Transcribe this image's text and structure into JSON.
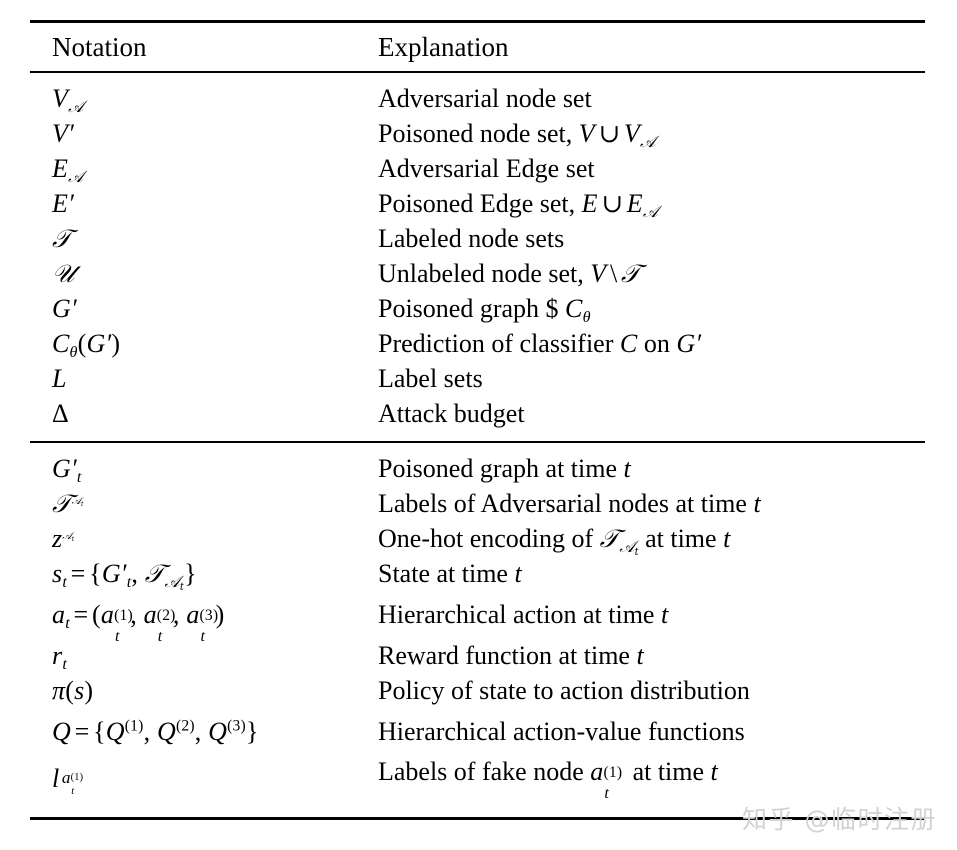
{
  "table": {
    "headers": {
      "notation": "Notation",
      "explanation": "Explanation"
    },
    "sections": [
      {
        "id": "static-notation",
        "rows": [
          {
            "notation": "V_𝒜",
            "explanation": "Adversarial node set"
          },
          {
            "notation": "V′",
            "explanation": "Poisoned node set, V ∪ V_𝒜"
          },
          {
            "notation": "E_𝒜",
            "explanation": "Adversarial Edge set"
          },
          {
            "notation": "E′",
            "explanation": "Poisoned Edge set, E ∪ E_𝒜"
          },
          {
            "notation": "𝒯",
            "explanation": "Labeled node sets"
          },
          {
            "notation": "𝒰",
            "explanation": "Unlabeled node set, V \\ 𝒯"
          },
          {
            "notation": "G′",
            "explanation": "Poisoned graph $ C_θ"
          },
          {
            "notation": "C_θ(G′)",
            "explanation": "Prediction of classifier C on G′"
          },
          {
            "notation": "L",
            "explanation": "Label sets"
          },
          {
            "notation": "Δ",
            "explanation": "Attack budget"
          }
        ]
      },
      {
        "id": "temporal-notation",
        "rows": [
          {
            "notation": "G′_t",
            "explanation": "Poisoned graph at time t"
          },
          {
            "notation": "𝒯_𝒜t",
            "explanation": "Labels of Adversarial nodes at time t"
          },
          {
            "notation": "z_𝒜t",
            "explanation": "One-hot encoding of 𝒯_𝒜t at time t"
          },
          {
            "notation": "s_t = {G′_t, 𝒯_𝒜t}",
            "explanation": "State at time t"
          },
          {
            "notation": "a_t = (a_t^(1), a_t^(2), a_t^(3))",
            "explanation": "Hierarchical action at time t"
          },
          {
            "notation": "r_t",
            "explanation": "Reward function at time t"
          },
          {
            "notation": "π(s)",
            "explanation": "Policy of state to action distribution"
          },
          {
            "notation": "Q = {Q^(1), Q^(2), Q^(3)}",
            "explanation": "Hierarchical action-value functions"
          },
          {
            "notation": "l_{a_t^(1)}",
            "explanation": "Labels of fake node a_t^(1) at time t"
          }
        ]
      }
    ]
  },
  "watermark": {
    "text": "知乎 @临时注册",
    "color": "#d2d2d2"
  }
}
